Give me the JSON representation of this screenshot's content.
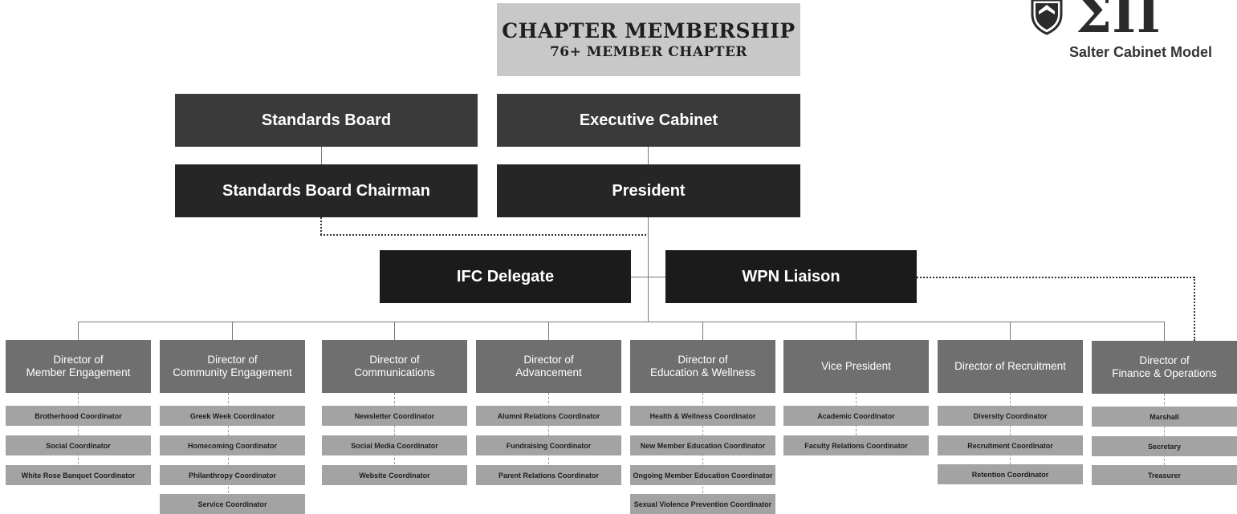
{
  "header": {
    "title": "CHAPTER MEMBERSHIP",
    "subtitle": "76+ MEMBER CHAPTER"
  },
  "logo": {
    "letters": "ΣΠ",
    "caption": "Salter Cabinet Model"
  },
  "top": {
    "standards_board": "Standards Board",
    "executive_cabinet": "Executive Cabinet",
    "standards_chairman": "Standards Board Chairman",
    "president": "President",
    "ifc_delegate": "IFC Delegate",
    "wpn_liaison": "WPN Liaison"
  },
  "directors": [
    {
      "title": "Director of\nMember Engagement",
      "roles": [
        "Brotherhood Coordinator",
        "Social Coordinator",
        "White Rose Banquet Coordinator"
      ]
    },
    {
      "title": "Director of\nCommunity Engagement",
      "roles": [
        "Greek Week Coordinator",
        "Homecoming Coordinator",
        "Philanthropy Coordinator",
        "Service Coordinator"
      ]
    },
    {
      "title": "Director of\nCommunications",
      "roles": [
        "Newsletter Coordinator",
        "Social Media Coordinator",
        "Website Coordinator"
      ]
    },
    {
      "title": "Director of\nAdvancement",
      "roles": [
        "Alumni Relations Coordinator",
        "Fundraising Coordinator",
        "Parent Relations Coordinator"
      ]
    },
    {
      "title": "Director of\nEducation & Wellness",
      "roles": [
        "Health & Wellness Coordinator",
        "New Member Education Coordinator",
        "Ongoing Member Education Coordinator",
        "Sexual Violence Prevention Coordinator"
      ]
    },
    {
      "title": "Vice President",
      "roles": [
        "Academic Coordinator",
        "Faculty Relations Coordinator"
      ]
    },
    {
      "title": "Director of Recruitment",
      "roles": [
        "Diversity Coordinator",
        "Recruitment Coordinator",
        "Retention Coordinator"
      ]
    },
    {
      "title": "Director of\nFinance & Operations",
      "roles": [
        "Marshall",
        "Secretary",
        "Treasurer"
      ]
    }
  ]
}
